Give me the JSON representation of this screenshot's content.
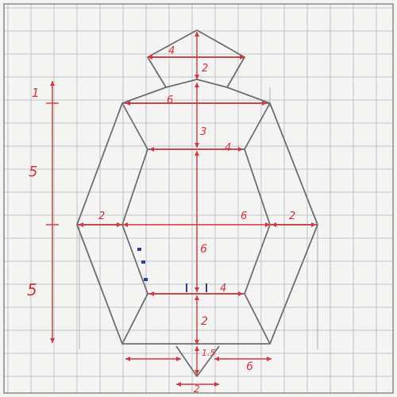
{
  "dimensions": {
    "top_width": "4",
    "top_height": "2",
    "upper_width": "6",
    "upper_height": "3",
    "inner_upper_width": "4",
    "middle_width": "6",
    "middle_height": "6",
    "left_offset": "2",
    "right_offset": "2",
    "inner_lower_width": "4",
    "lower_height": "2",
    "tip_height": "1.5",
    "bottom_width": "6",
    "bottom_tip_width": "2",
    "side_upper": "1",
    "side_middle": "5",
    "side_lower": "5"
  },
  "colors": {
    "pencil": "#6f6f72",
    "dimension_ink": "#d8343a",
    "blue_ink": "#2a3f9c",
    "paper": "#f4f4f2",
    "grid": "#b5b8bb"
  }
}
